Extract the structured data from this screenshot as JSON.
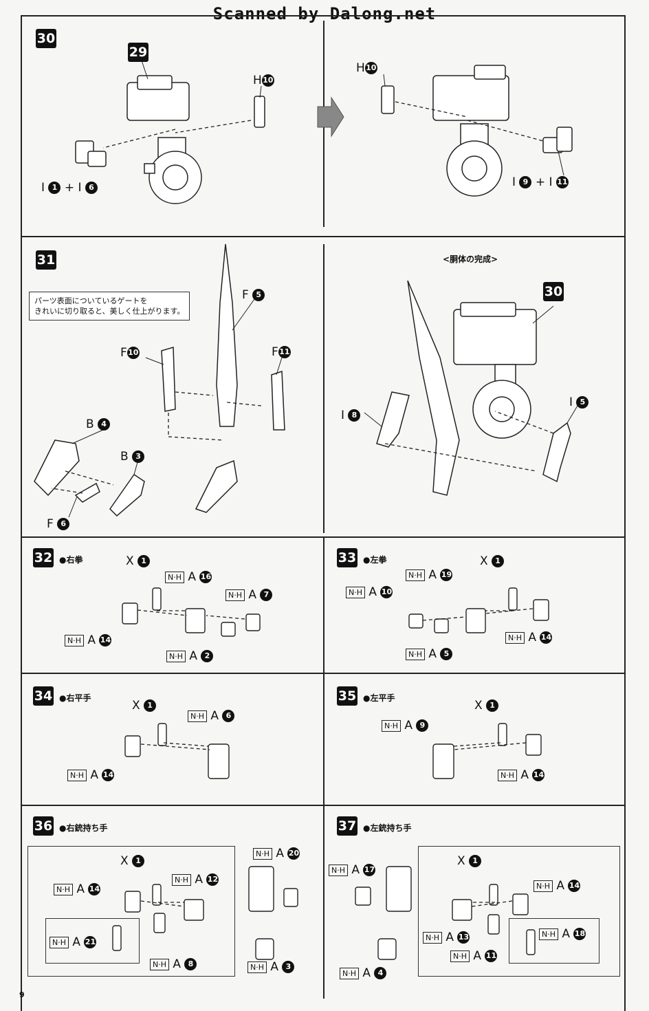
{
  "header": "Scanned by Dalong.net",
  "page_number": "9",
  "steps": {
    "s30": {
      "num": "30"
    },
    "s31": {
      "num": "31",
      "note": "パーツ表面についているゲートを\nきれいに切り取ると、美しく仕上がります。",
      "caption": "<胴体の完成>"
    },
    "s32": {
      "num": "32",
      "title": "●右拳"
    },
    "s33": {
      "num": "33",
      "title": "●左拳"
    },
    "s34": {
      "num": "34",
      "title": "●右平手"
    },
    "s35": {
      "num": "35",
      "title": "●左平手"
    },
    "s36": {
      "num": "36",
      "title": "●右銃持ち手"
    },
    "s37": {
      "num": "37",
      "title": "●左銃持ち手"
    }
  },
  "labels": {
    "b29": "29",
    "b30": "30",
    "H": "H",
    "I": "I",
    "F": "F",
    "B": "B",
    "X": "X",
    "A": "A",
    "NH": "N·H",
    "plus": "+",
    "n1": "1",
    "n2": "2",
    "n3": "3",
    "n4": "4",
    "n5": "5",
    "n6": "6",
    "n7": "7",
    "n8": "8",
    "n9": "9",
    "n10": "10",
    "n11": "11",
    "n12": "12",
    "n13": "13",
    "n14": "14",
    "n16": "16",
    "n17": "17",
    "n18": "18",
    "n19": "19",
    "n20": "20",
    "n21": "21"
  }
}
